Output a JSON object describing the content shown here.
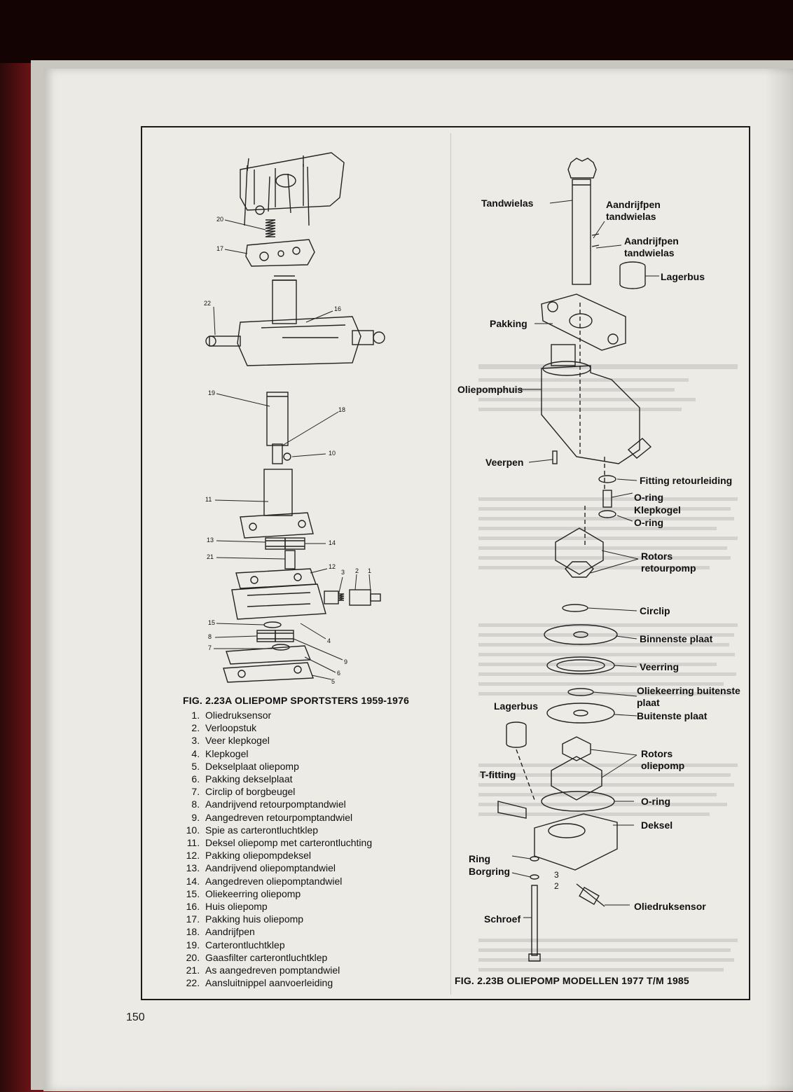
{
  "page_number": "150",
  "fig_a": {
    "caption": "FIG. 2.23A OLIEPOMP SPORTSTERS 1959-1976",
    "callouts": [
      "20",
      "17",
      "22",
      "16",
      "19",
      "18",
      "10",
      "11",
      "13",
      "14",
      "21",
      "12",
      "3",
      "2",
      "1",
      "15",
      "8",
      "7",
      "4",
      "9",
      "6",
      "5"
    ],
    "legend": [
      "Oliedruksensor",
      "Verloopstuk",
      "Veer klepkogel",
      "Klepkogel",
      "Dekselplaat oliepomp",
      "Pakking dekselplaat",
      "Circlip of borgbeugel",
      "Aandrijvend retourpomptandwiel",
      "Aangedreven retourpomptandwiel",
      "Spie as carterontluchtklep",
      "Deksel oliepomp met carterontluchting",
      "Pakking oliepompdeksel",
      "Aandrijvend oliepomptandwiel",
      "Aangedreven oliepomptandwiel",
      "Oliekeerring oliepomp",
      "Huis oliepomp",
      "Pakking huis oliepomp",
      "Aandrijfpen",
      "Carterontluchtklep",
      "Gaasfilter carterontluchtklep",
      "As aangedreven pomptandwiel",
      "Aansluitnippel aanvoerleiding"
    ]
  },
  "fig_b": {
    "caption": "FIG. 2.23B OLIEPOMP MODELLEN 1977 T/M 1985",
    "labels": {
      "tandwielas": "Tandwielas",
      "aandrijfpen1": "Aandrijfpen\ntandwielas",
      "aandrijfpen2": "Aandrijfpen\ntandwielas",
      "lagerbus_top": "Lagerbus",
      "pakking": "Pakking",
      "oliepomphuis": "Oliepomphuis",
      "veerpen": "Veerpen",
      "fitting": "Fitting retourleiding",
      "oring1": "O-ring",
      "klepkogel": "Klepkogel",
      "oring2": "O-ring",
      "rotors_retour": "Rotors\nretourpomp",
      "circlip": "Circlip",
      "binnenste": "Binnenste plaat",
      "veerring": "Veerring",
      "oliekeerring": "Oliekeerring buitenste\nplaat",
      "buitenste": "Buitenste plaat",
      "lagerbus_left": "Lagerbus",
      "rotors_olie": "Rotors\noliepomp",
      "tfitting": "T-fitting",
      "oring3": "O-ring",
      "deksel": "Deksel",
      "ring": "Ring",
      "borgring": "Borgring",
      "n3": "3",
      "n2": "2",
      "oliedruksensor": "Oliedruksensor",
      "schroef": "Schroef"
    }
  }
}
